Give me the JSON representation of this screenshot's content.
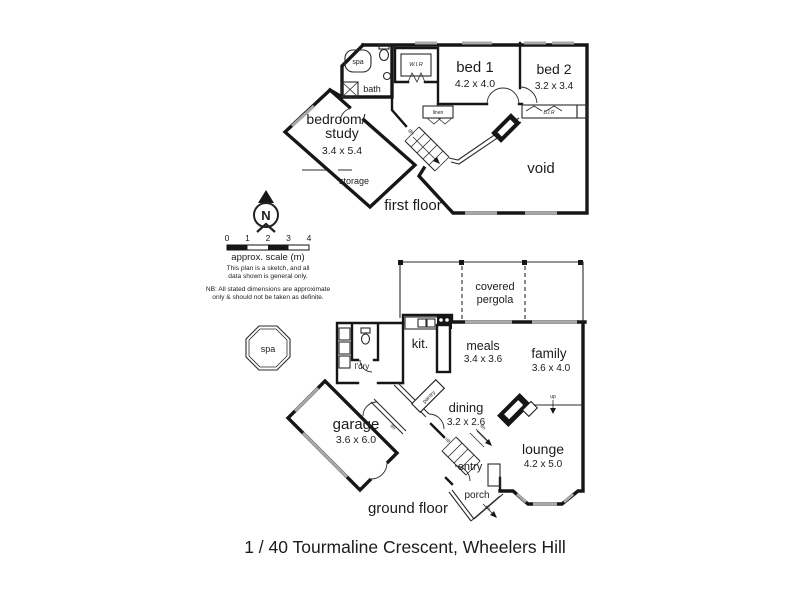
{
  "title": "1 / 40 Tourmaline Crescent, Wheelers Hill",
  "compass": {
    "letter": "N"
  },
  "scale_bar": {
    "tick0": "0",
    "tick1": "1",
    "tick2": "2",
    "tick3": "3",
    "tick4": "4",
    "caption": "approx. scale (m)",
    "note1": "This plan is a sketch, and all",
    "note2": "data shown is general only.",
    "nb1": "NB: All stated dimensions are approximate",
    "nb2": "only & should not be taken as definite."
  },
  "first_floor": {
    "floor_label": "first floor",
    "bed1_name": "bed 1",
    "bed1_dims": "4.2 x 4.0",
    "bed2_name": "bed 2",
    "bed2_dims": "3.2 x 3.4",
    "study_name1": "bedroom/",
    "study_name2": "study",
    "study_dims": "3.4 x 5.4",
    "void_label": "void",
    "storage": "storage",
    "spa": "spa",
    "bath": "bath",
    "wir": "W.I.R",
    "linen": "linen",
    "bir": "B.I.R",
    "dn": "dn"
  },
  "ground_floor": {
    "floor_label": "ground floor",
    "pergola_line1": "covered",
    "pergola_line2": "pergola",
    "kitchen": "kit.",
    "meals_name": "meals",
    "meals_dims": "3.4 x 3.6",
    "family_name": "family",
    "family_dims": "3.6 x 4.0",
    "dining_name": "dining",
    "dining_dims": "3.2 x 2.6",
    "lounge_name": "lounge",
    "lounge_dims": "4.2 x 5.0",
    "garage_name": "garage",
    "garage_dims": "3.6 x 6.0",
    "laundry": "l'dry",
    "entry": "entry",
    "porch": "porch",
    "pantry": "pantry",
    "spa": "spa",
    "up": "up",
    "dn": "dn"
  },
  "colors": {
    "wall": "#161616",
    "window": "#a9a9a9",
    "background": "#ffffff"
  }
}
